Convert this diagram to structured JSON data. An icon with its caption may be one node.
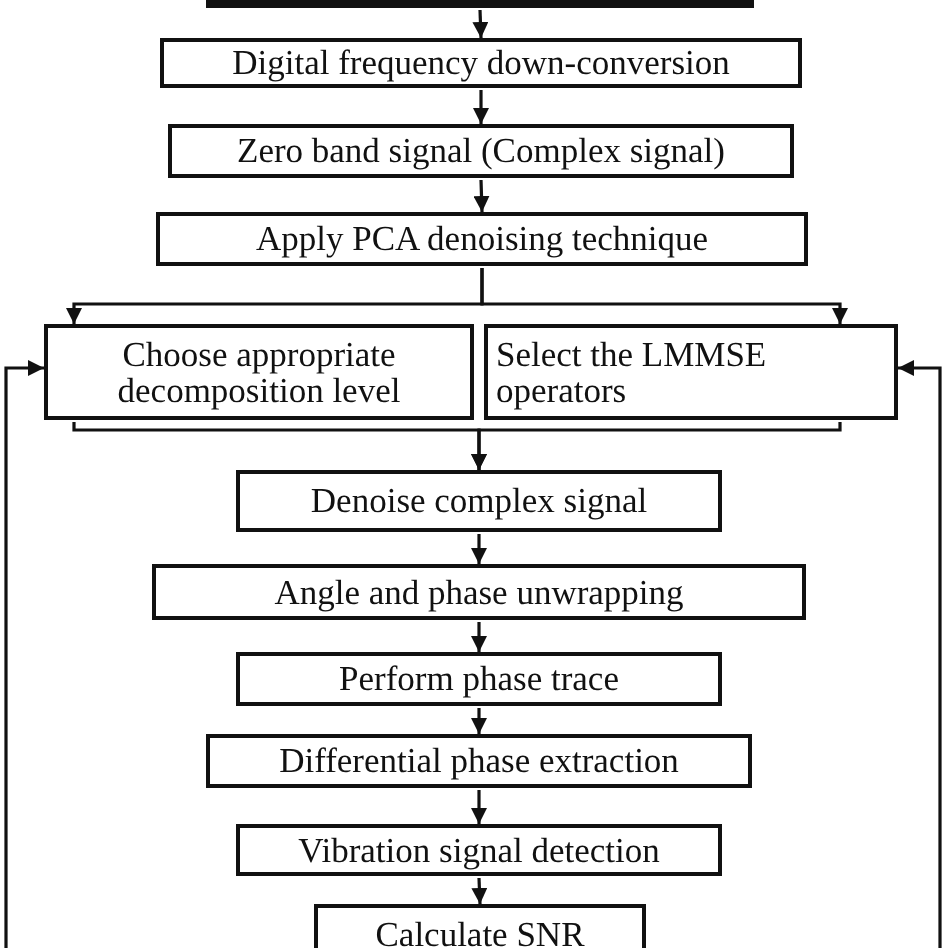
{
  "diagram": {
    "nodes": [
      {
        "text": [],
        "shape": "box"
      },
      {
        "text": [
          "Digital frequency down-conversion"
        ]
      },
      {
        "text": [
          "Zero band signal (Complex signal)"
        ]
      },
      {
        "text": [
          "Apply PCA denoising technique"
        ]
      },
      {
        "text": [
          "Choose appropriate decomposition level"
        ]
      },
      {
        "text": [
          "Select the LMMSE operators"
        ]
      },
      {
        "text": [
          "Denoise complex signal"
        ]
      },
      {
        "text": [
          "Angle and phase unwrapping"
        ]
      },
      {
        "text": [
          "Perform phase trace"
        ]
      },
      {
        "text": [
          "Differential phase extraction"
        ]
      },
      {
        "text": [
          "Vibration signal detection"
        ]
      },
      {
        "text": [
          "Calculate SNR"
        ]
      }
    ],
    "edges": [
      {
        "from": 0,
        "to": 1,
        "arrow": "to"
      },
      {
        "from": 1,
        "to": 2,
        "arrow": "to"
      },
      {
        "from": 2,
        "to": 3,
        "arrow": "to"
      },
      {
        "from": 3,
        "to": 4,
        "arrow": "to"
      },
      {
        "from": 3,
        "to": 5,
        "arrow": "to"
      },
      {
        "from": 4,
        "to": 6,
        "arrow": "to"
      },
      {
        "from": 5,
        "to": 6,
        "arrow": "to"
      },
      {
        "from": 6,
        "to": 7,
        "arrow": "to"
      },
      {
        "from": 7,
        "to": 8,
        "arrow": "to"
      },
      {
        "from": 8,
        "to": 9,
        "arrow": "to"
      },
      {
        "from": 9,
        "to": 10,
        "arrow": "to"
      },
      {
        "from": 10,
        "to": 11,
        "arrow": "to"
      },
      {
        "from": null,
        "to": 4,
        "arrow": "to"
      },
      {
        "from": null,
        "to": 5,
        "arrow": "to"
      }
    ]
  }
}
